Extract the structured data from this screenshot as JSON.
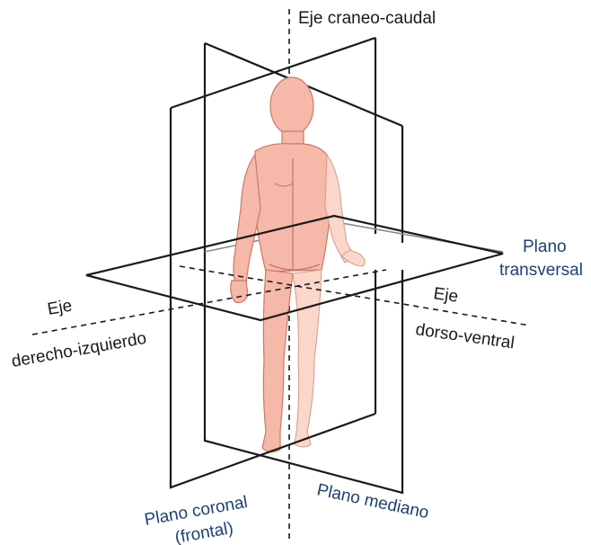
{
  "labels": {
    "axis_cranio_caudal": "Eje craneo-caudal",
    "axis_left_right_1": "Eje",
    "axis_left_right_2": "derecho-izquierdo",
    "axis_dorso_ventral_1": "Eje",
    "axis_dorso_ventral_2": "dorso-ventral",
    "plane_transverse_1": "Plano",
    "plane_transverse_2": "transversal",
    "plane_coronal_1": "Plano coronal",
    "plane_coronal_2": "(frontal)",
    "plane_median": "Plano mediano"
  },
  "colors": {
    "label_dark": "#1a1a1a",
    "label_blue": "#1f3f73",
    "body_fill": "#f6b8a8"
  }
}
